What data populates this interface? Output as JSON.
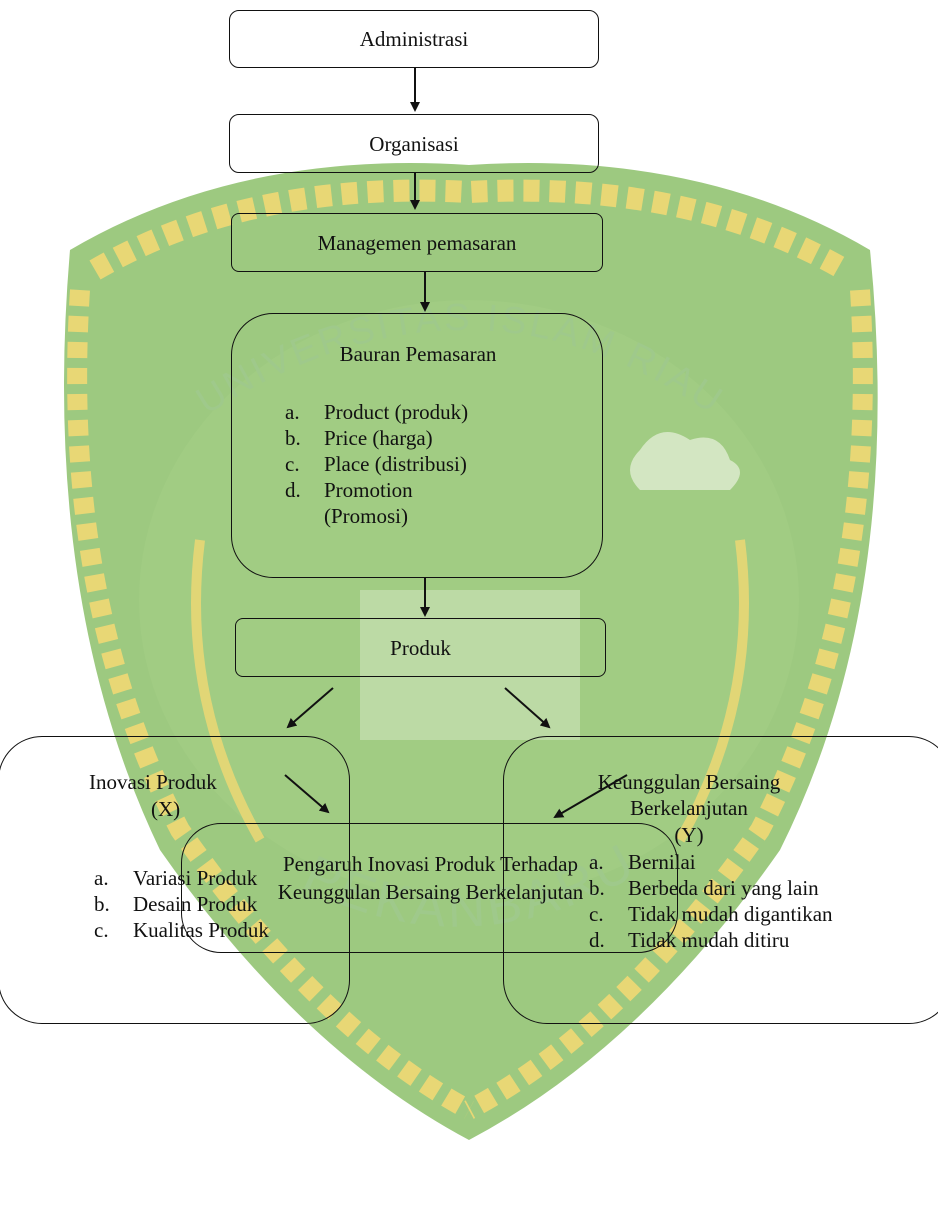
{
  "diagram": {
    "administrasi": "Administrasi",
    "organisasi": "Organisasi",
    "managemen": "Managemen pemasaran",
    "bauran": {
      "title": "Bauran Pemasaran",
      "items": [
        {
          "letter": "a.",
          "text": "Product (produk)"
        },
        {
          "letter": "b.",
          "text": "Price (harga)"
        },
        {
          "letter": "c.",
          "text": "Place (distribusi)"
        },
        {
          "letter": "d.",
          "text": "Promotion"
        }
      ],
      "item_d_cont": "(Promosi)"
    },
    "produk": "Produk",
    "inovasi": {
      "title": "Inovasi Produk",
      "var": "(X)",
      "items": [
        {
          "letter": "a.",
          "text": "Variasi Produk"
        },
        {
          "letter": "b.",
          "text": "Desain Produk"
        },
        {
          "letter": "c.",
          "text": "Kualitas Produk"
        }
      ]
    },
    "keunggulan": {
      "title_line1": "Keunggulan Bersaing",
      "title_line2": "Berkelanjutan",
      "var": "(Y)",
      "items": [
        {
          "letter": "a.",
          "text": "Bernilai"
        },
        {
          "letter": "b.",
          "text": "Berbeda dari yang lain"
        },
        {
          "letter": "c.",
          "text": "Tidak mudah digantikan"
        },
        {
          "letter": "d.",
          "text": "Tidak mudah ditiru"
        }
      ]
    },
    "pengaruh": {
      "line1": "Pengaruh Inovasi Produk Terhadap",
      "line2": "Keunggulan Bersaing Berkelanjutan"
    }
  },
  "watermark": {
    "top_text": "UNIVERSITAS ISLAM RIAU",
    "bottom_text": "PEKANBARU",
    "colors": {
      "green": "#8cc06a",
      "gold": "#f1d873",
      "text": "#9fc98b"
    }
  }
}
